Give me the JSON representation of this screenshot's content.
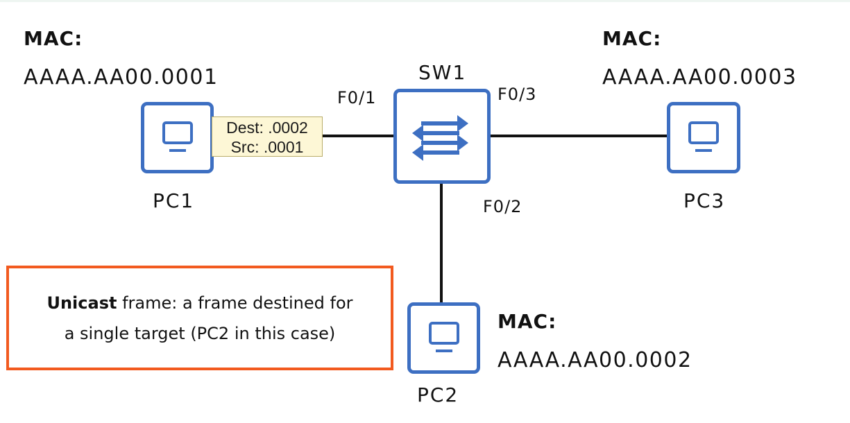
{
  "pc1": {
    "mac_title": "MAC:",
    "mac_value": "AAAA.AA00.0001",
    "label": "PC1"
  },
  "pc2": {
    "mac_title": "MAC:",
    "mac_value": "AAAA.AA00.0002",
    "label": "PC2"
  },
  "pc3": {
    "mac_title": "MAC:",
    "mac_value": "AAAA.AA00.0003",
    "label": "PC3"
  },
  "switch": {
    "label": "SW1",
    "ports": {
      "f01": "F0/1",
      "f02": "F0/2",
      "f03": "F0/3"
    }
  },
  "frame": {
    "dest": "Dest: .0002",
    "src": "Src: .0001"
  },
  "note": {
    "term": "Unicast",
    "line1_rest": " frame: a frame destined for",
    "line2": "a single target (PC2 in this case)"
  },
  "colors": {
    "device_outline": "#3d6fc2",
    "note_border": "#f25a1f",
    "frame_tag_bg": "#fdf7d6"
  }
}
